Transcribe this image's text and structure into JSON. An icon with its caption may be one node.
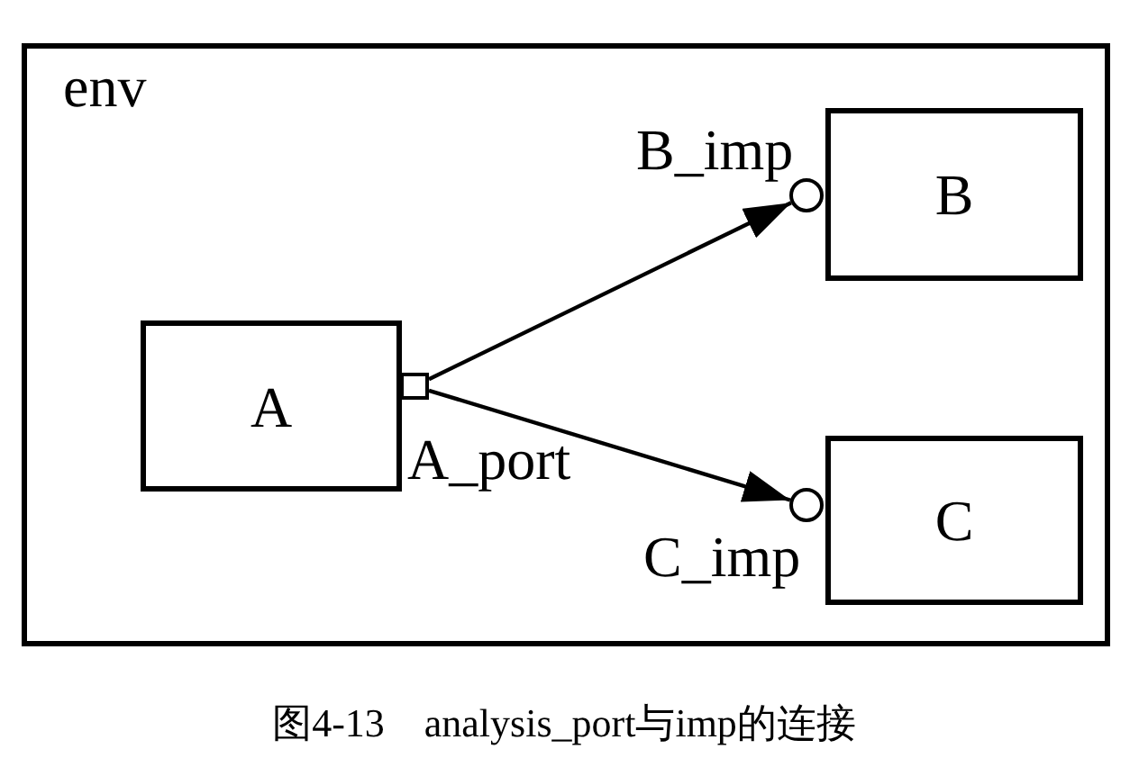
{
  "diagram": {
    "caption": "图4-13　analysis_port与imp的连接",
    "nodes": [
      {
        "text": [
          "env"
        ]
      },
      {
        "text": [
          "A"
        ],
        "in": 0
      },
      {
        "text": [
          "B"
        ],
        "in": 0
      },
      {
        "text": [
          "C"
        ],
        "in": 0
      },
      {
        "text": [],
        "shape": "box",
        "in": 0
      },
      {
        "text": [],
        "shape": "circle",
        "in": 0,
        "beside": [
          "B_imp"
        ]
      },
      {
        "text": [],
        "shape": "circle",
        "in": 0,
        "beside": [
          "C_imp"
        ]
      }
    ],
    "edges": [
      {
        "from": 4,
        "to": 5,
        "arrow": "to"
      },
      {
        "from": 4,
        "to": 6,
        "arrow": "to"
      }
    ],
    "labels": [
      "A_port"
    ]
  }
}
